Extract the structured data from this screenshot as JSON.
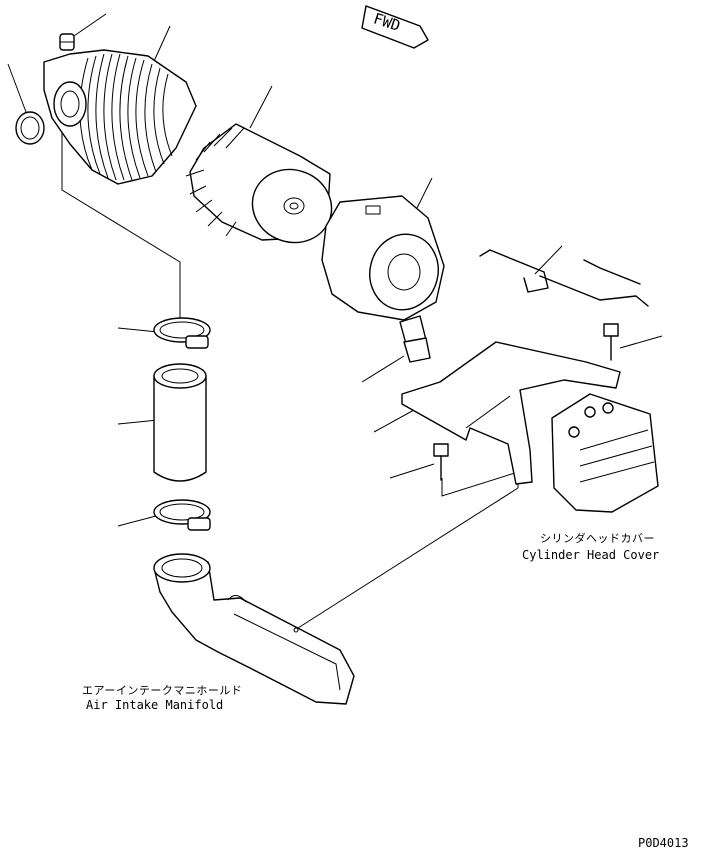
{
  "labels": {
    "fwd": "FWD",
    "cylinder_head_cover_ja": "シリンダヘッドカバー",
    "cylinder_head_cover_en": "Cylinder Head Cover",
    "air_intake_manifold_ja": "エアーインテークマニホールド",
    "air_intake_manifold_en": "Air Intake Manifold",
    "drawing_number": "P0D4013"
  }
}
